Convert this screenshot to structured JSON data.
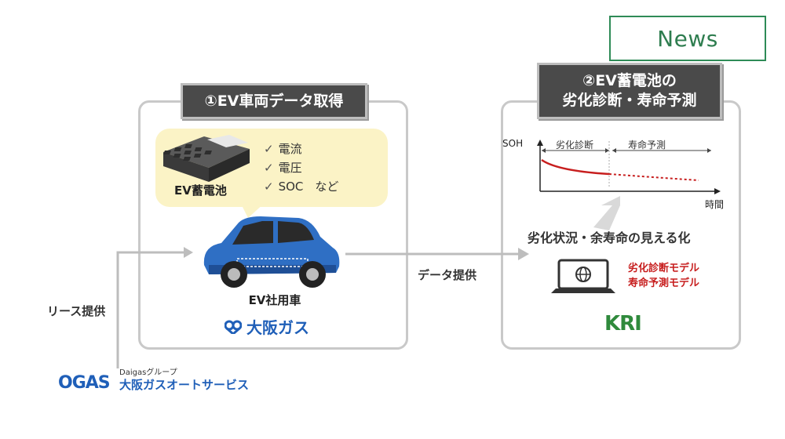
{
  "news_badge": "News",
  "left_panel": {
    "title": "①EV車両データ取得",
    "battery_label": "EV蓄電池",
    "checklist": [
      "電流",
      "電圧",
      "SOC　など"
    ],
    "check_mark": "✓",
    "car_label": "EV社用車",
    "company_logo": "大阪ガス"
  },
  "right_panel": {
    "title_line1": "②EV蓄電池の",
    "title_line2": "劣化診断・寿命予測",
    "chart": {
      "y_label": "SOH",
      "x_label": "時間",
      "phase_diagnosis": "劣化診断",
      "phase_prediction": "寿命予測"
    },
    "visible_text": "劣化状況・余寿命の見える化",
    "model_line1": "劣化診断モデル",
    "model_line2": "寿命予測モデル",
    "kri_logo": "KRI"
  },
  "flow": {
    "data_provision": "データ提供",
    "lease_provision": "リース提供"
  },
  "lessor": {
    "group": "Daigasグループ",
    "name": "大阪ガスオートサービス",
    "logo_text": "OGAS"
  },
  "colors": {
    "news_green": "#2e8b57",
    "brand_blue": "#1f5fb8",
    "alert_red": "#c71e1e",
    "kri_green": "#2f8a3c",
    "bubble_yellow": "#fbf3c6"
  }
}
